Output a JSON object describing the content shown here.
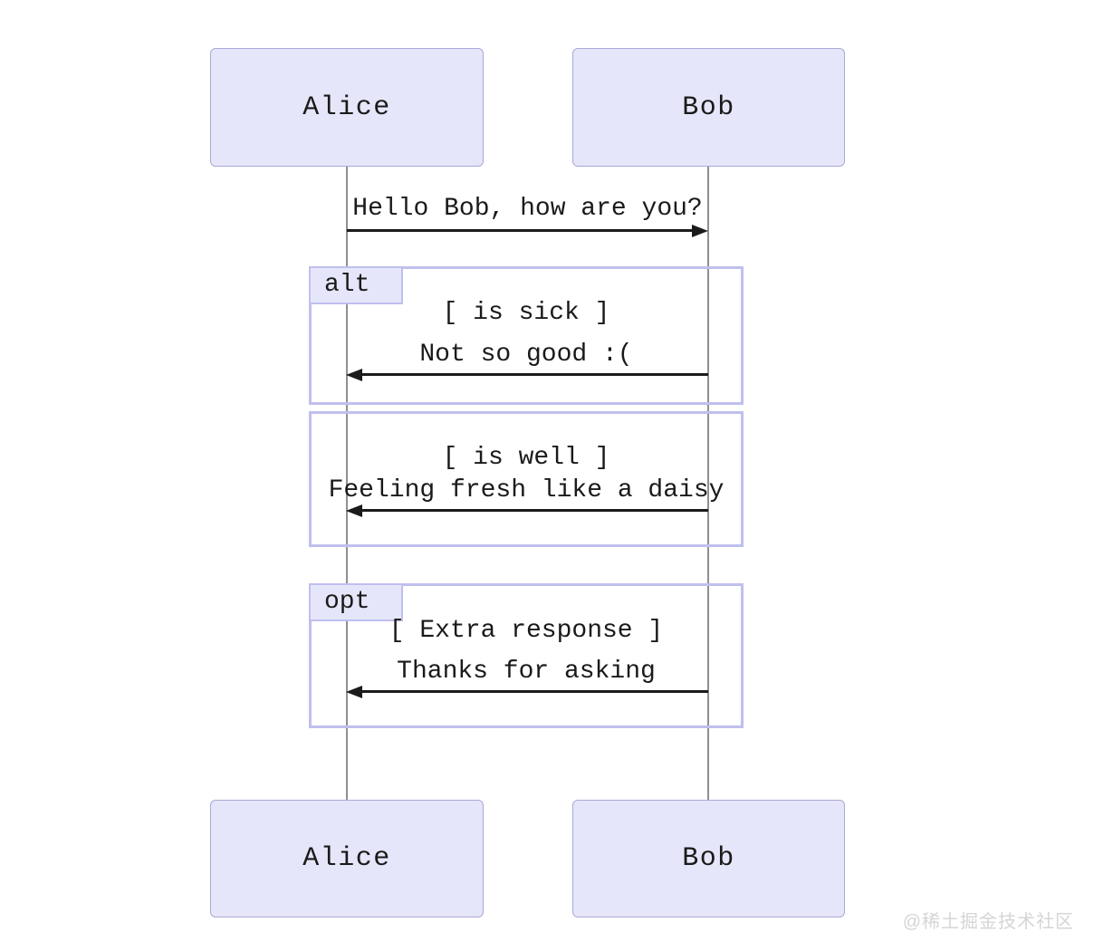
{
  "diagram": {
    "type": "sequence-diagram",
    "actors": [
      {
        "id": "alice",
        "label": "Alice"
      },
      {
        "id": "bob",
        "label": "Bob"
      }
    ],
    "messages": [
      {
        "from": "Alice",
        "to": "Bob",
        "direction": "right",
        "text": "Hello Bob, how are you?"
      },
      {
        "from": "Bob",
        "to": "Alice",
        "direction": "left",
        "text": "Not so good :("
      },
      {
        "from": "Bob",
        "to": "Alice",
        "direction": "left",
        "text": "Feeling fresh like a daisy"
      },
      {
        "from": "Bob",
        "to": "Alice",
        "direction": "left",
        "text": "Thanks for asking"
      }
    ],
    "frames": [
      {
        "type": "alt",
        "label": "alt",
        "condition": "[ is sick ]"
      },
      {
        "type": "alt-else",
        "label": "",
        "condition": "[ is well ]"
      },
      {
        "type": "opt",
        "label": "opt",
        "condition": "[ Extra response ]"
      }
    ]
  },
  "watermark": "@稀土掘金技术社区",
  "colors": {
    "background": "#ffffff",
    "actor_fill": "#e6e6fa",
    "actor_border": "#a9a9d6",
    "frame_border": "#bfbfef",
    "frame_label_fill": "#e6e6fa",
    "lifeline": "#8f8f8f",
    "arrow": "#1b1b1b",
    "text": "#1a1a1a",
    "watermark": "#d5d5d5"
  }
}
